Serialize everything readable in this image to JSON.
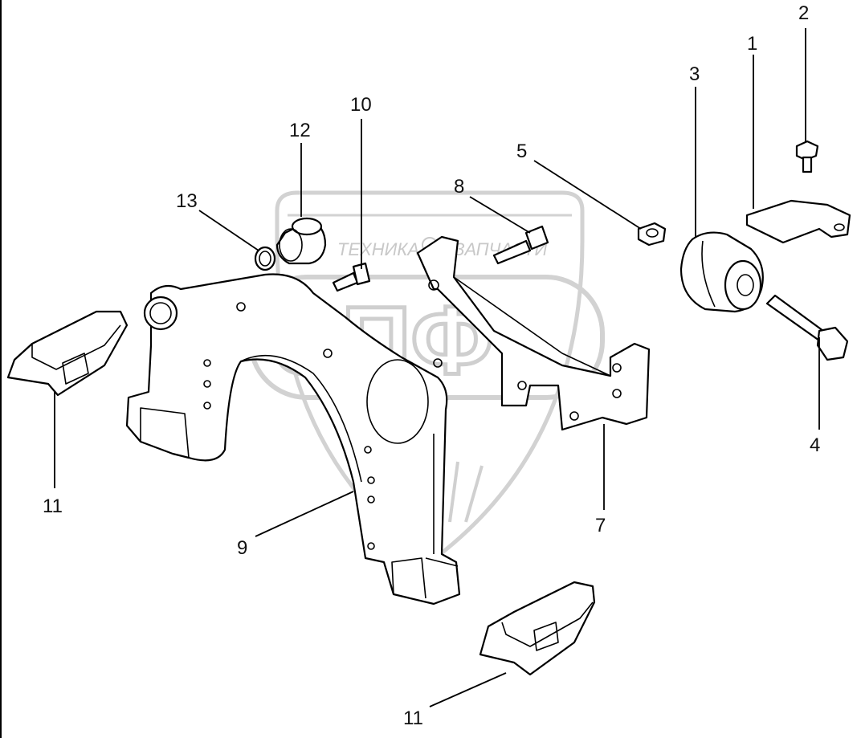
{
  "watermark": {
    "left_text": "ТЕХНИКА",
    "right_text": "ЗАПЧАСТИ",
    "logo_text": "ЭПФ",
    "color": "#c8c8c8"
  },
  "callouts": [
    {
      "id": "callout-1",
      "label": "1"
    },
    {
      "id": "callout-2",
      "label": "2"
    },
    {
      "id": "callout-3",
      "label": "3"
    },
    {
      "id": "callout-4",
      "label": "4"
    },
    {
      "id": "callout-5",
      "label": "5"
    },
    {
      "id": "callout-7",
      "label": "7"
    },
    {
      "id": "callout-8",
      "label": "8"
    },
    {
      "id": "callout-9",
      "label": "9"
    },
    {
      "id": "callout-10",
      "label": "10"
    },
    {
      "id": "callout-11-left",
      "label": "11"
    },
    {
      "id": "callout-11-bottom",
      "label": "11"
    },
    {
      "id": "callout-12",
      "label": "12"
    },
    {
      "id": "callout-13",
      "label": "13"
    }
  ],
  "colors": {
    "line": "#000000",
    "background": "#ffffff",
    "watermark": "#c8c8c8"
  }
}
